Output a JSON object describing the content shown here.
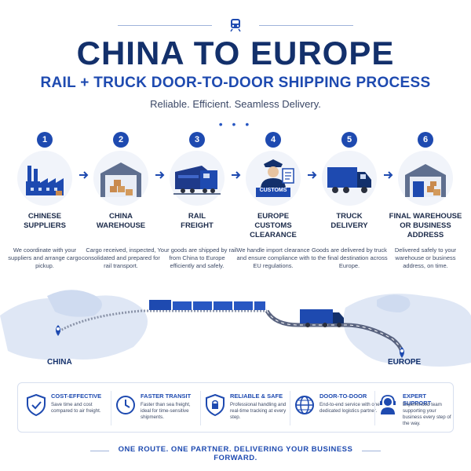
{
  "header": {
    "title": "CHINA TO EUROPE",
    "subtitle": "RAIL + TRUCK DOOR-TO-DOOR SHIPPING PROCESS",
    "tagline": "Reliable. Efficient. Seamless Delivery.",
    "dots": "• • •"
  },
  "steps": [
    {
      "number": "1",
      "title": "CHINESE\nSUPPLIERS",
      "desc": "We coordinate with your suppliers and arrange cargo pickup.",
      "icon": "factory-icon"
    },
    {
      "number": "2",
      "title": "CHINA\nWAREHOUSE",
      "desc": "Cargo received, inspected, consolidated and prepared for rail transport.",
      "icon": "warehouse-icon"
    },
    {
      "number": "3",
      "title": "RAIL\nFREIGHT",
      "desc": "Your goods are shipped by rail from China to Europe efficiently and safely.",
      "icon": "train-icon"
    },
    {
      "number": "4",
      "title": "EUROPE\nCUSTOMS CLEARANCE",
      "desc": "We handle import clearance and ensure compliance with EU regulations.",
      "icon": "customs-officer-icon",
      "badge": "CUSTOMS"
    },
    {
      "number": "5",
      "title": "TRUCK\nDELIVERY",
      "desc": "Goods are delivered by truck to the final destination across Europe.",
      "icon": "truck-icon"
    },
    {
      "number": "6",
      "title": "FINAL WAREHOUSE\nOR BUSINESS ADDRESS",
      "desc": "Delivered safely to your warehouse or business address, on time.",
      "icon": "final-warehouse-icon"
    }
  ],
  "map": {
    "origin": "CHINA",
    "destination": "EUROPE"
  },
  "benefits": [
    {
      "title": "COST-EFFECTIVE",
      "desc": "Save time and cost compared to air freight.",
      "icon": "shield-check-icon"
    },
    {
      "title": "FASTER TRANSIT",
      "desc": "Faster than sea freight, ideal for time-sensitive shipments.",
      "icon": "clock-icon"
    },
    {
      "title": "RELIABLE & SAFE",
      "desc": "Professional handling and real-time tracking at every step.",
      "icon": "shield-lock-icon"
    },
    {
      "title": "DOOR-TO-DOOR",
      "desc": "End-to-end service with one dedicated logistics partner.",
      "icon": "globe-icon"
    },
    {
      "title": "EXPERT SUPPORT",
      "desc": "Experienced team supporting your business every step of the way.",
      "icon": "headset-icon"
    }
  ],
  "footer": {
    "text": "ONE ROUTE. ONE PARTNER. DELIVERING YOUR BUSINESS FORWARD."
  },
  "colors": {
    "navy": "#13306b",
    "blue": "#1e4ab0",
    "light_map": "#dfe7f5"
  }
}
